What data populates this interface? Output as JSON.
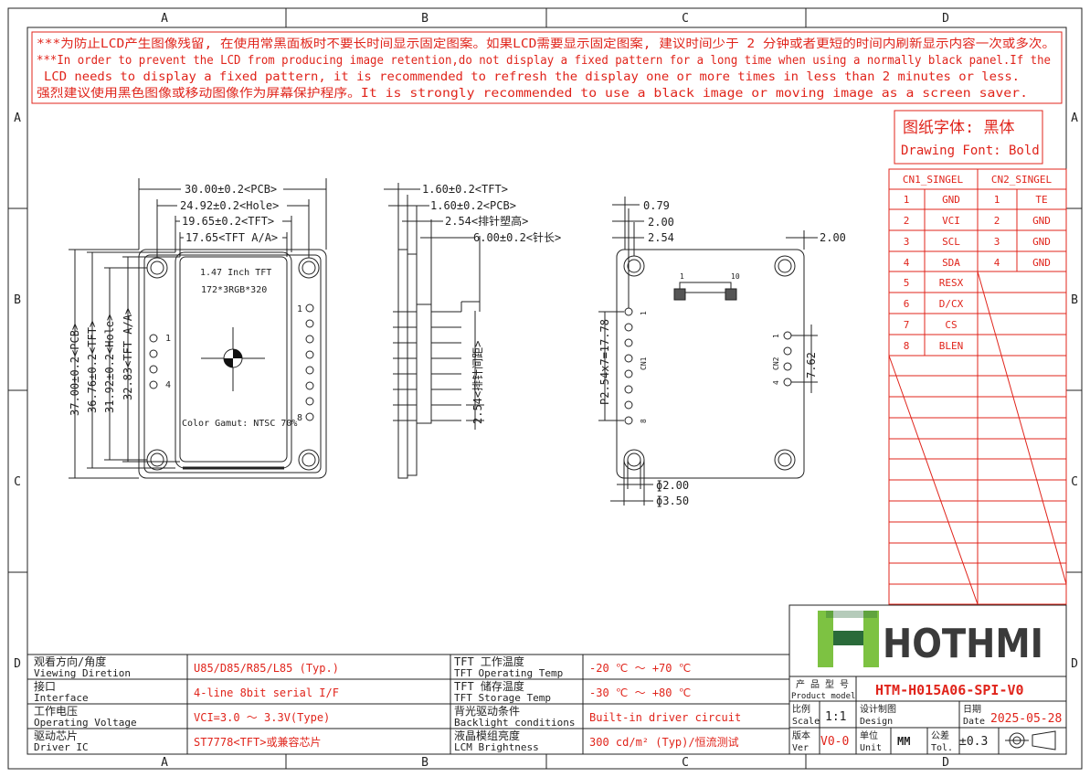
{
  "frame": {
    "cols": [
      "A",
      "B",
      "C",
      "D"
    ],
    "rows": [
      "A",
      "B",
      "C",
      "D"
    ]
  },
  "notice": {
    "line1": "***为防止LCD产生图像残留, 在使用常黑面板时不要长时间显示固定图案。如果LCD需要显示固定图案, 建议时间少于 2 分钟或者更短的时间内刷新显示内容一次或多次。",
    "line2": "***In order to prevent the LCD from producing image retention,do not display a fixed pattern for a long time when using a normally black panel.If the",
    "line3": "LCD needs to display a fixed pattern, it is recommended to refresh the display one or more times in less than 2 minutes or less.",
    "line4": "强烈建议使用黑色图像或移动图像作为屏幕保护程序。It is strongly recommended to use a black image or moving image as a screen saver."
  },
  "font_box": {
    "cn": "图纸字体: 黑体",
    "en": "Drawing Font: Bold"
  },
  "pin_table": {
    "cn1_header": "CN1_SINGEL",
    "cn2_header": "CN2_SINGEL",
    "cn1": [
      {
        "no": "1",
        "name": "GND"
      },
      {
        "no": "2",
        "name": "VCI"
      },
      {
        "no": "3",
        "name": "SCL"
      },
      {
        "no": "4",
        "name": "SDA"
      },
      {
        "no": "5",
        "name": "RESX"
      },
      {
        "no": "6",
        "name": "D/CX"
      },
      {
        "no": "7",
        "name": "CS"
      },
      {
        "no": "8",
        "name": "BLEN"
      }
    ],
    "cn2": [
      {
        "no": "1",
        "name": "TE"
      },
      {
        "no": "2",
        "name": "GND"
      },
      {
        "no": "3",
        "name": "GND"
      },
      {
        "no": "4",
        "name": "GND"
      }
    ]
  },
  "front_view": {
    "dim_pcb_w": "30.00±0.2<PCB>",
    "dim_hole_w": "24.92±0.2<Hole>",
    "dim_tft_w": "19.65±0.2<TFT>",
    "dim_aa_w": "17.65<TFT A/A>",
    "dim_pcb_h": "37.00±0.2<PCB>",
    "dim_tft_h": "36.76±0.2<TFT>",
    "dim_hole_h": "31.92±0.2<Hole>",
    "dim_aa_h": "32.83<TFT A/A>",
    "lcd_title": "1.47 Inch TFT",
    "lcd_res": "172*3RGB*320",
    "lcd_gamut": "Color Gamut: NTSC 70%",
    "pin_first": "1",
    "pin_last": "8",
    "cn2_first": "1",
    "cn2_last": "4"
  },
  "side_view": {
    "dim_tft_t": "1.60±0.2<TFT>",
    "dim_pcb_t": "1.60±0.2<PCB>",
    "dim_header_h": "2.54<排针塑高>",
    "dim_pin_len": "6.00±0.2<针长>",
    "dim_pitch": "2.54<排针间距>"
  },
  "back_view": {
    "dim_a": "0.79",
    "dim_b": "2.00",
    "dim_c": "2.54",
    "dim_d": "2.00",
    "dim_pitch": "P2.54x7=17.78",
    "dim_cn2": "7.62",
    "dim_hole_in": "ɸ2.00",
    "dim_hole_out": "ɸ3.50",
    "fpc_1": "1",
    "fpc_10": "10",
    "cn1_label": "CN1",
    "cn2_label": "CN2",
    "cn1_first": "1",
    "cn1_last": "8",
    "cn2_first": "1",
    "cn2_last": "4"
  },
  "specs": [
    {
      "cn": "观看方向/角度",
      "en": "Viewing Diretion",
      "val": "U85/D85/R85/L85 (Typ.)"
    },
    {
      "cn": "接口",
      "en": "Interface",
      "val": "4-line 8bit serial I/F"
    },
    {
      "cn": "工作电压",
      "en": "Operating Voltage",
      "val": "VCI=3.0 ～ 3.3V(Type)"
    },
    {
      "cn": "驱动芯片",
      "en": "Driver IC",
      "val": "ST7778<TFT>或兼容芯片"
    }
  ],
  "specs2": [
    {
      "cn": "TFT 工作温度",
      "en": "TFT Operating Temp",
      "val": "-20 ℃ ～ +70 ℃"
    },
    {
      "cn": "TFT 储存温度",
      "en": "TFT Storage Temp",
      "val": "-30 ℃ ～ +80 ℃"
    },
    {
      "cn": "背光驱动条件",
      "en": "Backlight conditions",
      "val": "Built-in driver circuit"
    },
    {
      "cn": "液晶模组亮度",
      "en": "LCM Brightness",
      "val": "300 cd/m² (Typ)/恒流测试"
    }
  ],
  "title_block": {
    "logo_text": "HOTHMI",
    "model_label_cn": "产 品 型 号",
    "model_label_en": "Product model",
    "model": "HTM-H015A06-SPI-V0",
    "scale_cn": "比例",
    "scale_en": "Scale",
    "scale": "1:1",
    "design_cn": "设计制图",
    "design_en": "Design",
    "date_cn": "日期",
    "date_en": "Date",
    "date": "2025-05-28",
    "ver_cn": "版本",
    "ver_en": "Ver",
    "ver": "V0-0",
    "unit_cn": "单位",
    "unit_en": "Unit",
    "unit": "MM",
    "tol_cn": "公差",
    "tol_en": "Tol.",
    "tol": "±0.3"
  },
  "colors": {
    "red": "#e0241b",
    "line": "#222222",
    "logo_green": "#7dc242",
    "logo_dark": "#2a6b3a"
  }
}
